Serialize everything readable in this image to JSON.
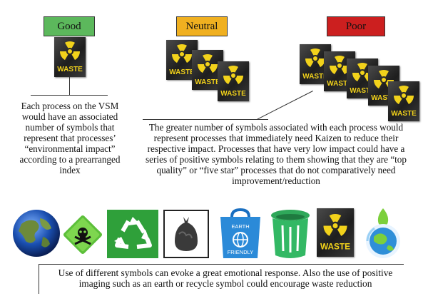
{
  "ratings": {
    "good": {
      "label": "Good",
      "color": "#5cb85c"
    },
    "neutral": {
      "label": "Neutral",
      "color": "#f0b020"
    },
    "poor": {
      "label": "Poor",
      "color": "#cc1f1f"
    }
  },
  "waste_symbol_text": "WASTE",
  "captions": {
    "left": "Each process on the VSM would have an associated number of symbols that represent that processes’ “environmental impact” according to a prearranged index",
    "middle": "The greater number of symbols associated with each process would represent processes that immediately need Kaizen to reduce their respective impact. Processes that have very low impact could have a series of positive symbols relating to them showing that they are “top quality” or “five star” processes that do not comparatively need improvement/reduction",
    "bottom": "Use of different symbols can evoke a great emotional response. Also the use of positive imaging such as an earth or recycle symbol could encourage waste reduction"
  },
  "bag_text": {
    "line1": "EARTH",
    "line2": "FRIENDLY"
  },
  "icons": [
    "earth-globe-icon",
    "toxic-skull-icon",
    "recycle-icon",
    "garbage-bag-icon",
    "earth-friendly-bag-icon",
    "trash-bin-icon",
    "radioactive-waste-icon",
    "green-earth-drop-icon"
  ]
}
